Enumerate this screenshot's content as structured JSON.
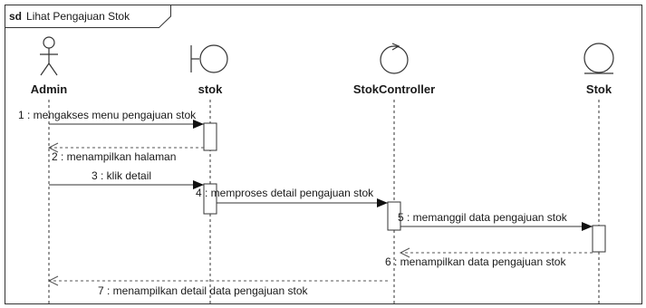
{
  "frame": {
    "keyword": "sd",
    "title": "Lihat Pengajuan Stok"
  },
  "lifelines": [
    {
      "name": "Admin",
      "stereotype": "actor",
      "icon": "actor-icon"
    },
    {
      "name": "stok",
      "stereotype": "boundary",
      "icon": "boundary-icon"
    },
    {
      "name": "StokController",
      "stereotype": "control",
      "icon": "control-icon"
    },
    {
      "name": "Stok",
      "stereotype": "entity",
      "icon": "entity-icon"
    }
  ],
  "messages": [
    {
      "label": "1 : mengakses menu pengajuan stok",
      "from": 0,
      "to": 1,
      "kind": "sync"
    },
    {
      "label": "2 : menampilkan halaman",
      "from": 1,
      "to": 0,
      "kind": "return"
    },
    {
      "label": "3 : klik detail",
      "from": 0,
      "to": 1,
      "kind": "sync"
    },
    {
      "label": "4 : memproses detail pengajuan stok",
      "from": 1,
      "to": 2,
      "kind": "sync"
    },
    {
      "label": "5 : memanggil data pengajuan stok",
      "from": 2,
      "to": 3,
      "kind": "sync"
    },
    {
      "label": "6 : menampilkan data pengajuan stok",
      "from": 3,
      "to": 2,
      "kind": "return"
    },
    {
      "label": "7 : menampilkan detail data pengajuan stok",
      "from": 2,
      "to": 0,
      "kind": "return"
    }
  ],
  "colors": {
    "line": "#333333",
    "background": "#ffffff"
  }
}
